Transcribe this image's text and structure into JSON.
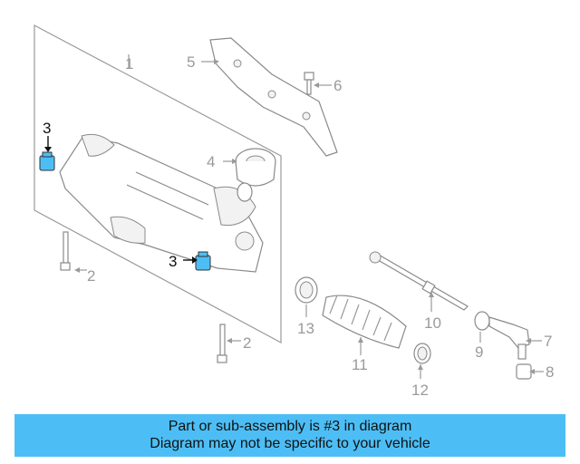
{
  "callouts": {
    "c1": "1",
    "c2a": "2",
    "c2b": "2",
    "c3a": "3",
    "c3b": "3",
    "c4": "4",
    "c5": "5",
    "c6": "6",
    "c7": "7",
    "c8": "8",
    "c9": "9",
    "c10": "10",
    "c11": "11",
    "c12": "12",
    "c13": "13"
  },
  "colors": {
    "highlight_part": "#4dbef5",
    "banner_bg": "#4dbef5",
    "line_gray": "#9a9a9a"
  },
  "banner": {
    "line1": "Part or sub-assembly is #3 in diagram",
    "line2": "Diagram may not be specific to your vehicle"
  }
}
